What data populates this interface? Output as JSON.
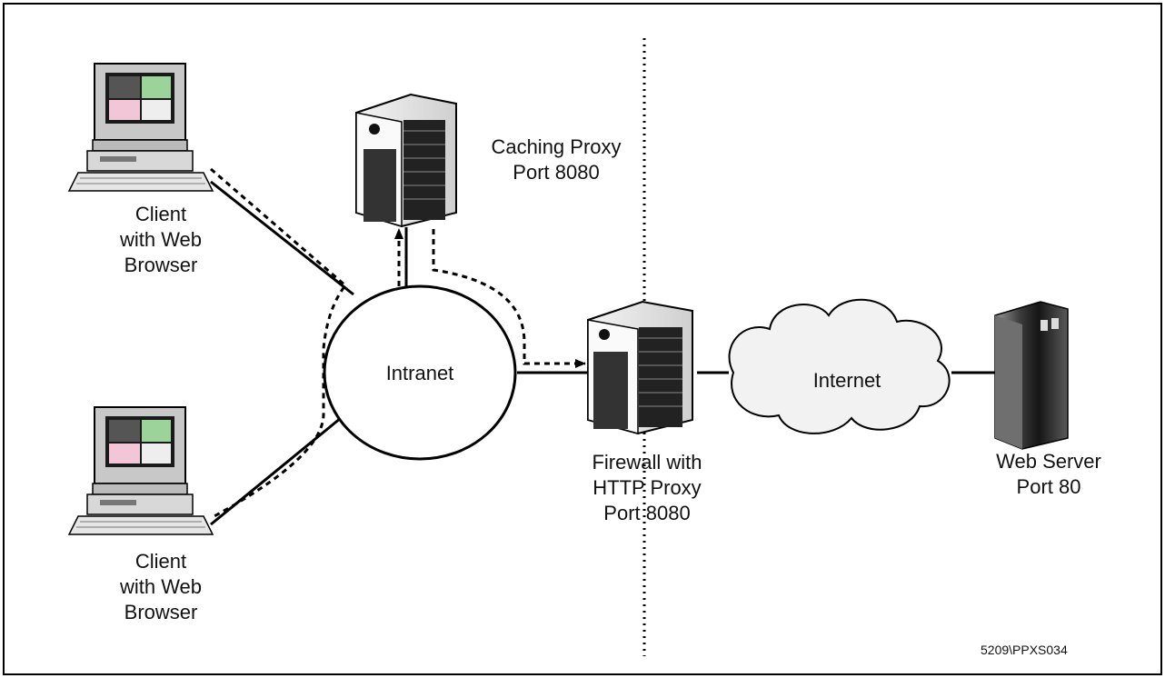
{
  "nodes": {
    "client_top": {
      "lines": [
        "Client",
        "with Web",
        "Browser"
      ]
    },
    "client_bottom": {
      "lines": [
        "Client",
        "with Web",
        "Browser"
      ]
    },
    "caching_proxy": {
      "lines": [
        "Caching Proxy",
        "Port 8080"
      ]
    },
    "intranet": {
      "label": "Intranet"
    },
    "firewall": {
      "lines": [
        "Firewall with",
        "HTTP Proxy",
        "Port 8080"
      ]
    },
    "internet": {
      "label": "Internet"
    },
    "web_server": {
      "lines": [
        "Web Server",
        "Port 80"
      ]
    }
  },
  "figure_id": "5209\\PPXS034",
  "colors": {
    "line": "#000000",
    "device_gray": "#b9b9b9",
    "cloud_fill": "#f2f2f2"
  }
}
